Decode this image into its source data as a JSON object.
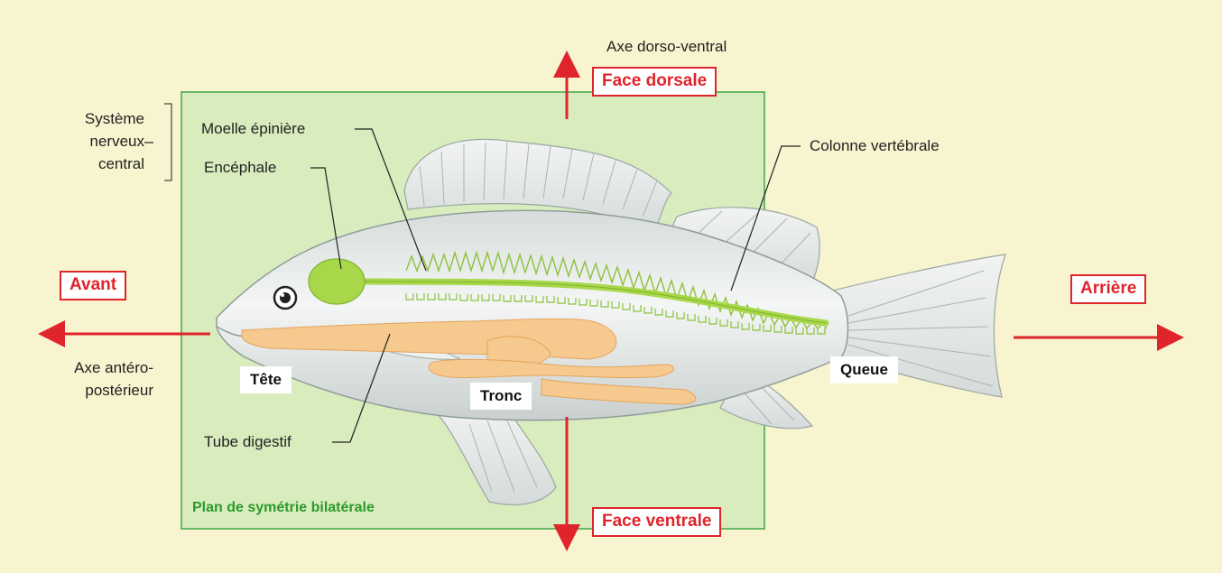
{
  "labels": {
    "dorsoventral_axis": "Axe dorso-ventral",
    "face_dorsale": "Face dorsale",
    "face_ventrale": "Face ventrale",
    "cns": [
      "Système",
      "nerveux",
      "central"
    ],
    "moelle": "Moelle épinière",
    "encephale": "Encéphale",
    "colonne": "Colonne vertébrale",
    "avant": "Avant",
    "arriere": "Arrière",
    "ap_axis": [
      "Axe antéro-",
      "postérieur"
    ],
    "tete": "Tête",
    "tronc": "Tronc",
    "queue": "Queue",
    "tube": "Tube digestif",
    "plan": "Plan de symétrie bilatérale"
  },
  "colors": {
    "background": "#f8f4cf",
    "plane_fill": "#d8ecbe",
    "plane_border": "#3fa64a",
    "arrow_red": "#e0242b",
    "nervous_green": "#a8d84a",
    "digestive_orange": "#f6c98e",
    "fish_body": "#e6ebe9"
  }
}
